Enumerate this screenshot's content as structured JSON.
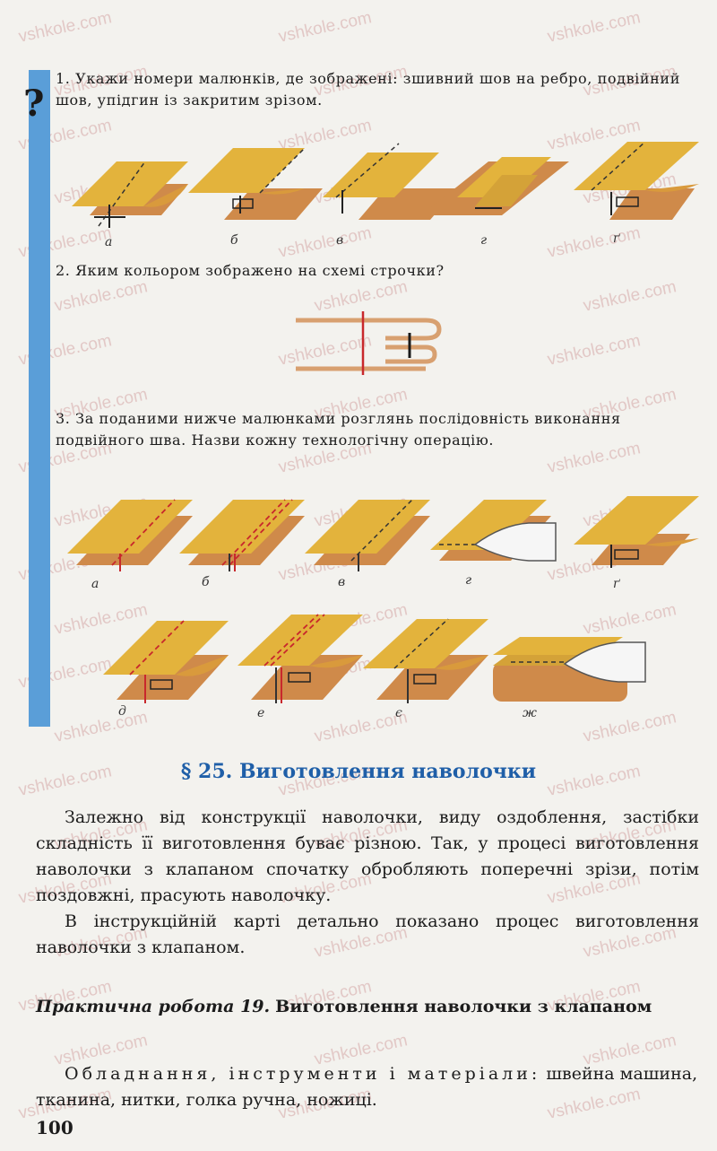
{
  "watermark": "vshkole.com",
  "sidebar": {
    "question_mark": "?"
  },
  "questions": [
    {
      "number": "1.",
      "text": "Укажи номери малюнків, де зображені: зшивний шов на ребро, подвійний шов, упідгин із закритим зрізом."
    },
    {
      "number": "2.",
      "text": "Яким кольором зображено на схемі строчки?"
    },
    {
      "number": "3.",
      "text": "За поданими нижче малюнками розглянь послідовність виконання подвійного шва. Назви кожну технологічну операцію."
    }
  ],
  "figure1_labels": [
    "а",
    "б",
    "в",
    "г",
    "ґ"
  ],
  "figure3_row1_labels": [
    "а",
    "б",
    "в",
    "г",
    "ґ"
  ],
  "figure3_row2_labels": [
    "д",
    "е",
    "є",
    "ж"
  ],
  "colors": {
    "fabric_top": "#e3b33c",
    "fabric_bottom": "#cf8a4a",
    "stitch": "#c8282c",
    "sidebar": "#5a9ed8",
    "heading": "#1f5fa8"
  },
  "section": {
    "heading": "§ 25. Виготовлення наволочки"
  },
  "paragraphs": [
    "Залежно від конструкції наволочки, виду оздоблення, застібки складність її виготовлення буває різною. Так, у процесі виготовлення наволочки з клапаном спочатку обробляють поперечні зрізи, потім поздовжні, прасують наволочку.",
    "В інструкційній карті детально показано процес виготовлення наволочки з клапаном."
  ],
  "practical": {
    "label": "Практична робота 19.",
    "title": "Виготовлення наволочки з клапаном"
  },
  "equipment": {
    "label": "Обладнання, інструменти і матеріали:",
    "text": "швейна машина, тканина, нитки, голка ручна, ножиці."
  },
  "page_number": "100"
}
